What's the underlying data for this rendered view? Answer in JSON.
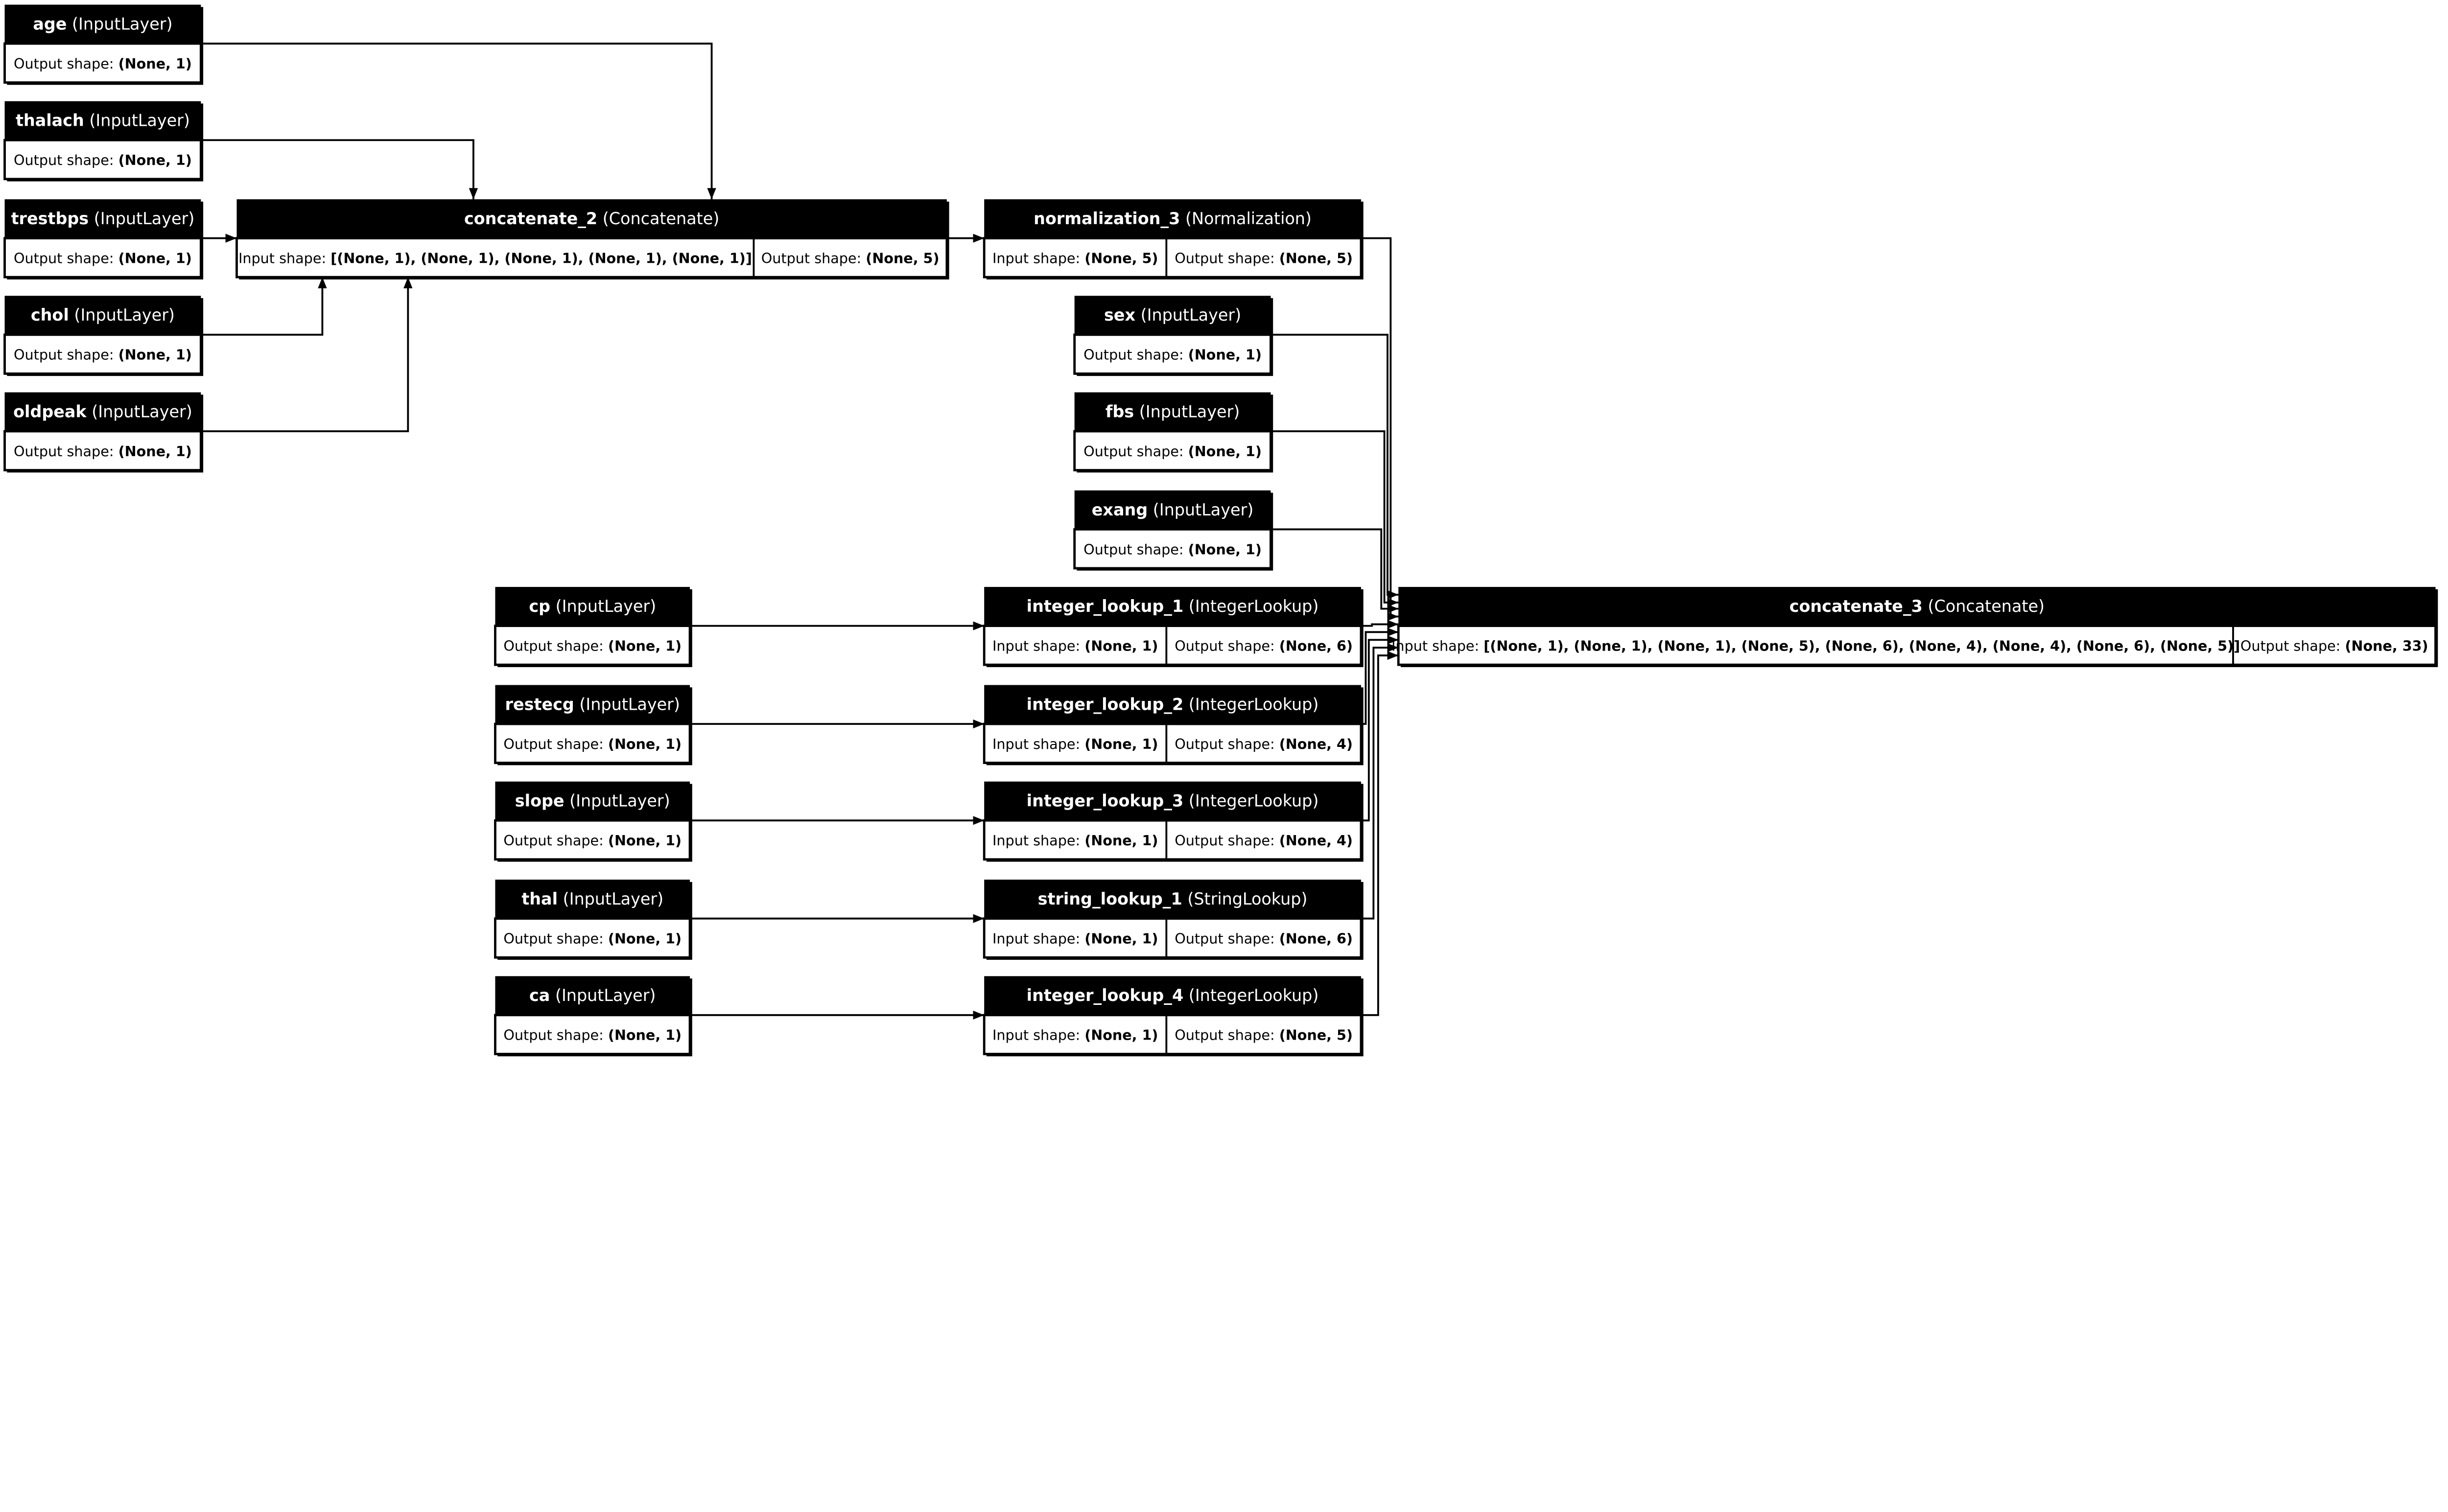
{
  "labels": {
    "input_shape": "Input shape: ",
    "output_shape": "Output shape: "
  },
  "colors": {
    "header": "#000000",
    "body": "#ffffff",
    "edge": "#000000"
  },
  "nodes": [
    {
      "id": "age",
      "name": "age",
      "type": "(InputLayer)",
      "output_shape": "(None, 1)"
    },
    {
      "id": "thalach",
      "name": "thalach",
      "type": "(InputLayer)",
      "output_shape": "(None, 1)"
    },
    {
      "id": "trestbps",
      "name": "trestbps",
      "type": "(InputLayer)",
      "output_shape": "(None, 1)"
    },
    {
      "id": "chol",
      "name": "chol",
      "type": "(InputLayer)",
      "output_shape": "(None, 1)"
    },
    {
      "id": "oldpeak",
      "name": "oldpeak",
      "type": "(InputLayer)",
      "output_shape": "(None, 1)"
    },
    {
      "id": "concatenate_2",
      "name": "concatenate_2",
      "type": "(Concatenate)",
      "input_shape": "[(None, 1), (None, 1), (None, 1), (None, 1), (None, 1)]",
      "output_shape": "(None, 5)"
    },
    {
      "id": "normalization_3",
      "name": "normalization_3",
      "type": "(Normalization)",
      "input_shape": "(None, 5)",
      "output_shape": "(None, 5)"
    },
    {
      "id": "sex",
      "name": "sex",
      "type": "(InputLayer)",
      "output_shape": "(None, 1)"
    },
    {
      "id": "fbs",
      "name": "fbs",
      "type": "(InputLayer)",
      "output_shape": "(None, 1)"
    },
    {
      "id": "exang",
      "name": "exang",
      "type": "(InputLayer)",
      "output_shape": "(None, 1)"
    },
    {
      "id": "cp",
      "name": "cp",
      "type": "(InputLayer)",
      "output_shape": "(None, 1)"
    },
    {
      "id": "restecg",
      "name": "restecg",
      "type": "(InputLayer)",
      "output_shape": "(None, 1)"
    },
    {
      "id": "slope",
      "name": "slope",
      "type": "(InputLayer)",
      "output_shape": "(None, 1)"
    },
    {
      "id": "thal",
      "name": "thal",
      "type": "(InputLayer)",
      "output_shape": "(None, 1)"
    },
    {
      "id": "ca",
      "name": "ca",
      "type": "(InputLayer)",
      "output_shape": "(None, 1)"
    },
    {
      "id": "integer_lookup_1",
      "name": "integer_lookup_1",
      "type": "(IntegerLookup)",
      "input_shape": "(None, 1)",
      "output_shape": "(None, 6)"
    },
    {
      "id": "integer_lookup_2",
      "name": "integer_lookup_2",
      "type": "(IntegerLookup)",
      "input_shape": "(None, 1)",
      "output_shape": "(None, 4)"
    },
    {
      "id": "integer_lookup_3",
      "name": "integer_lookup_3",
      "type": "(IntegerLookup)",
      "input_shape": "(None, 1)",
      "output_shape": "(None, 4)"
    },
    {
      "id": "string_lookup_1",
      "name": "string_lookup_1",
      "type": "(StringLookup)",
      "input_shape": "(None, 1)",
      "output_shape": "(None, 6)"
    },
    {
      "id": "integer_lookup_4",
      "name": "integer_lookup_4",
      "type": "(IntegerLookup)",
      "input_shape": "(None, 1)",
      "output_shape": "(None, 5)"
    },
    {
      "id": "concatenate_3",
      "name": "concatenate_3",
      "type": "(Concatenate)",
      "input_shape": "[(None, 1), (None, 1), (None, 1), (None, 5), (None, 6), (None, 4), (None, 4), (None, 6), (None, 5)]",
      "output_shape": "(None, 33)"
    }
  ],
  "edges": [
    {
      "from": "age",
      "to": "concatenate_2"
    },
    {
      "from": "thalach",
      "to": "concatenate_2"
    },
    {
      "from": "trestbps",
      "to": "concatenate_2"
    },
    {
      "from": "chol",
      "to": "concatenate_2"
    },
    {
      "from": "oldpeak",
      "to": "concatenate_2"
    },
    {
      "from": "concatenate_2",
      "to": "normalization_3"
    },
    {
      "from": "cp",
      "to": "integer_lookup_1"
    },
    {
      "from": "restecg",
      "to": "integer_lookup_2"
    },
    {
      "from": "slope",
      "to": "integer_lookup_3"
    },
    {
      "from": "thal",
      "to": "string_lookup_1"
    },
    {
      "from": "ca",
      "to": "integer_lookup_4"
    },
    {
      "from": "sex",
      "to": "concatenate_3"
    },
    {
      "from": "fbs",
      "to": "concatenate_3"
    },
    {
      "from": "exang",
      "to": "concatenate_3"
    },
    {
      "from": "normalization_3",
      "to": "concatenate_3"
    },
    {
      "from": "integer_lookup_1",
      "to": "concatenate_3"
    },
    {
      "from": "integer_lookup_2",
      "to": "concatenate_3"
    },
    {
      "from": "integer_lookup_3",
      "to": "concatenate_3"
    },
    {
      "from": "string_lookup_1",
      "to": "concatenate_3"
    },
    {
      "from": "integer_lookup_4",
      "to": "concatenate_3"
    }
  ]
}
